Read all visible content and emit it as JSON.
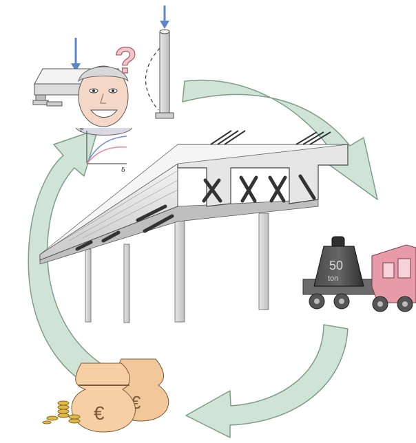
{
  "weight": {
    "mass_number": "50",
    "mass_unit": "ton"
  },
  "graph": {
    "y_axis_symbol": "F",
    "x_axis_symbol": "δ"
  },
  "glyphs": {
    "question_mark": "?",
    "currency_symbol": "€"
  },
  "icons": [
    "beam-load-arrow-icon",
    "column-load-arrow-icon",
    "question-mark-icon",
    "cycle-arrow-icon",
    "euro-money-bag-icon",
    "coin-stack-icon",
    "truck-icon"
  ],
  "colors": {
    "cycle_arrow_fill": "#cfe4d6",
    "cycle_arrow_stroke": "#7e9c88",
    "load_arrow": "#5c86c8",
    "question_mark": "#f2c4cc",
    "truck_cab": "#e79aa7",
    "money_bag": "#f2c79a",
    "weight": "#3a3a3a",
    "graph_curve_blue": "#6b8fd6",
    "graph_curve_pink": "#e58aa0"
  }
}
